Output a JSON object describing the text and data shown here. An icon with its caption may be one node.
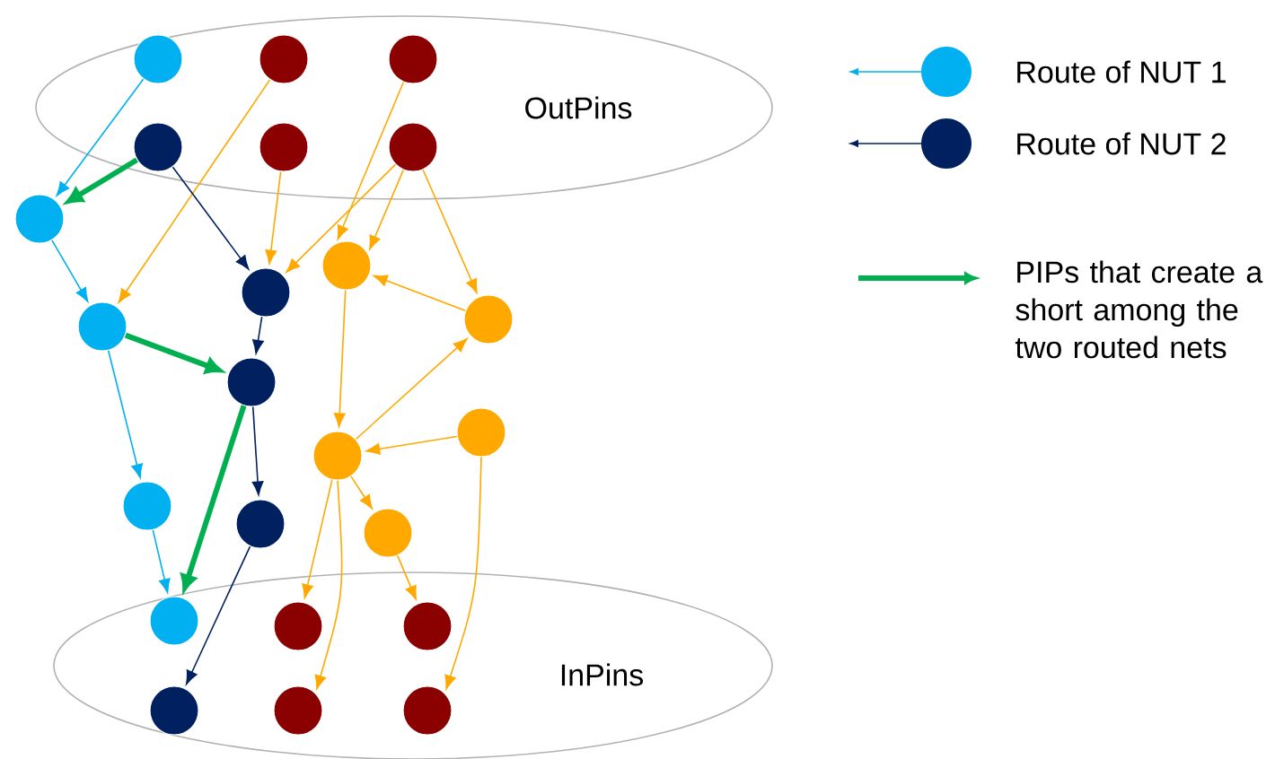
{
  "diagram": {
    "nodes": [
      {
        "text": [
          "OutPins"
        ]
      },
      {
        "text": [],
        "shape": "circle",
        "in": 0
      },
      {
        "text": [],
        "shape": "circle",
        "in": 0
      },
      {
        "text": [],
        "shape": "circle",
        "in": 0
      },
      {
        "text": [],
        "shape": "circle",
        "in": 0
      },
      {
        "text": [],
        "shape": "circle",
        "in": 0
      },
      {
        "text": [],
        "shape": "circle",
        "in": 0
      },
      {
        "text": [],
        "shape": "circle"
      },
      {
        "text": [],
        "shape": "circle"
      },
      {
        "text": [],
        "shape": "circle"
      },
      {
        "text": [],
        "shape": "circle"
      },
      {
        "text": [],
        "shape": "circle"
      },
      {
        "text": [],
        "shape": "circle"
      },
      {
        "text": [],
        "shape": "circle"
      },
      {
        "text": [],
        "shape": "circle"
      },
      {
        "text": [],
        "shape": "circle"
      },
      {
        "text": [],
        "shape": "circle"
      },
      {
        "text": [],
        "shape": "circle"
      },
      {
        "text": [
          "InPins"
        ]
      },
      {
        "text": [],
        "shape": "circle",
        "in": 18
      },
      {
        "text": [],
        "shape": "circle",
        "in": 18
      },
      {
        "text": [],
        "shape": "circle",
        "in": 18
      },
      {
        "text": [],
        "shape": "circle",
        "in": 18
      },
      {
        "text": [],
        "shape": "circle",
        "in": 18
      },
      {
        "text": [],
        "shape": "circle",
        "in": 18
      }
    ],
    "edges": [
      {
        "from": 1,
        "to": 7,
        "arrow": "to",
        "color": "#00b0f0"
      },
      {
        "from": 4,
        "to": 7,
        "arrow": "to",
        "style": "thick",
        "color": "#00b050"
      },
      {
        "from": 7,
        "to": 10,
        "arrow": "to",
        "color": "#00b0f0"
      },
      {
        "from": 2,
        "to": 10,
        "arrow": "to"
      },
      {
        "from": 4,
        "to": 8,
        "arrow": "to",
        "color": "#002060"
      },
      {
        "from": 5,
        "to": 8,
        "arrow": "to"
      },
      {
        "from": 6,
        "to": 8,
        "arrow": "to"
      },
      {
        "from": 3,
        "to": 9,
        "arrow": "to"
      },
      {
        "from": 6,
        "to": 9,
        "arrow": "to"
      },
      {
        "from": 6,
        "to": 11,
        "arrow": "to"
      },
      {
        "from": 11,
        "to": 9,
        "arrow": "to"
      },
      {
        "from": 10,
        "to": 12,
        "arrow": "to",
        "style": "thick",
        "color": "#00b050"
      },
      {
        "from": 8,
        "to": 12,
        "arrow": "to",
        "color": "#002060"
      },
      {
        "from": 9,
        "to": 13,
        "arrow": "to"
      },
      {
        "from": 13,
        "to": 11,
        "arrow": "to"
      },
      {
        "from": 14,
        "to": 13,
        "arrow": "to"
      },
      {
        "from": 10,
        "to": 15,
        "arrow": "to",
        "color": "#00b0f0"
      },
      {
        "from": 12,
        "to": 16,
        "arrow": "to",
        "color": "#002060"
      },
      {
        "from": 12,
        "to": 19,
        "arrow": "to",
        "style": "thick",
        "color": "#00b050"
      },
      {
        "from": 15,
        "to": 19,
        "arrow": "to",
        "color": "#00b0f0"
      },
      {
        "from": 13,
        "to": 17,
        "arrow": "to"
      },
      {
        "from": 13,
        "to": 20,
        "arrow": "to"
      },
      {
        "from": 13,
        "to": 23,
        "arrow": "to"
      },
      {
        "from": 17,
        "to": 21,
        "arrow": "to"
      },
      {
        "from": 14,
        "to": 24,
        "arrow": "to"
      },
      {
        "from": 16,
        "to": 22,
        "arrow": "to",
        "color": "#002060"
      }
    ],
    "legend": [
      {
        "text": "Route of NUT 1"
      },
      {
        "text": "Route of NUT 2"
      },
      {
        "text": "PIPs that create a short among the two routed nets"
      }
    ]
  }
}
